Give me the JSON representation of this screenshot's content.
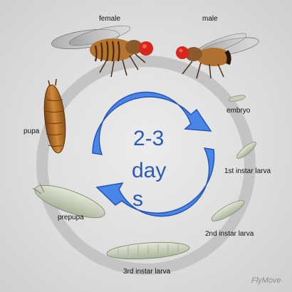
{
  "stages": {
    "female": "female",
    "male": "male",
    "embryo": "embryo",
    "instar1": "1st instar larva",
    "instar2": "2nd instar larva",
    "instar3": "3rd instar larva",
    "prepupa": "prepupa",
    "pupa": "pupa"
  },
  "center": {
    "line1": "2-3",
    "line2": "day",
    "line3": "s"
  },
  "credit": "FlyMove",
  "colors": {
    "cycle_ring": "#c2c2c2",
    "arrow_fill": "#4a86e8",
    "arrow_stroke": "#2456b4",
    "center_text": "#2a5ab8",
    "fly_body": "#b07030",
    "fly_eye": "#d8261c",
    "larva": "#cfd6c2",
    "pupa": "#c47a2a"
  }
}
